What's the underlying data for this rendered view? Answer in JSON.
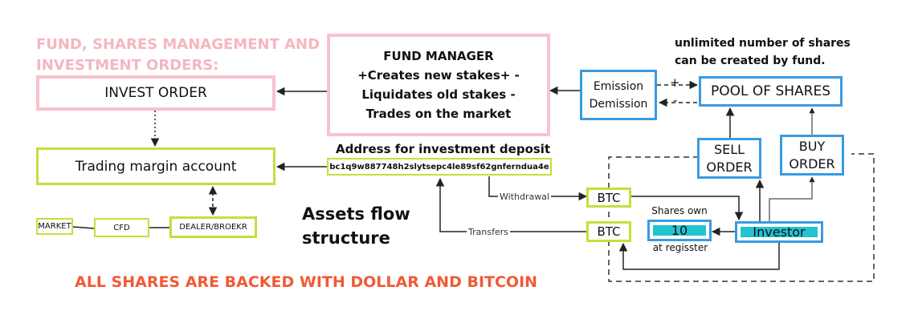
{
  "heading": "FUND, SHARES MANAGEMENT AND INVESTMENT ORDERS:",
  "fund_manager": {
    "line1": "FUND MANAGER",
    "line2": "+Creates new stakes+ -",
    "line3": "Liquidates old stakes -",
    "line4": "Trades on the market"
  },
  "invest_order": "INVEST ORDER",
  "trading_margin": "Trading margin account",
  "market": "MARKET",
  "cfd": "CFD",
  "dealer": "DEALER/BROEKR",
  "deposit_label": "Address for investment deposit",
  "deposit_address": "bc1q9w887748h2slytsepc4le89sf62gnferndua4e",
  "assets_line1": "Assets flow",
  "assets_line2": "structure",
  "backed_note": "ALL SHARES ARE BACKED WITH DOLLAR AND BITCOIN",
  "unlimited_line1": "unlimited number of shares",
  "unlimited_line2": "can be created by fund.",
  "emission_line1": "Emission",
  "emission_line2": "Demission",
  "pool": "POOL OF SHARES",
  "plus": "+",
  "minus": "-",
  "sell_line1": "SELL",
  "sell_line2": "ORDER",
  "buy_line1": "BUY",
  "buy_line2": "ORDER",
  "btc_top": "BTC",
  "btc_bottom": "BTC",
  "withdrawal": "Withdrawal",
  "transfers": "Transfers",
  "shares_own": "Shares own",
  "shares_value": "10",
  "at_register": "at regisster",
  "investor": "Investor",
  "colors": {
    "pink": "#f9c2cc",
    "green": "#c3e03c",
    "blue": "#3a9be0",
    "teal": "#22c4d0",
    "red": "#f05a36"
  }
}
